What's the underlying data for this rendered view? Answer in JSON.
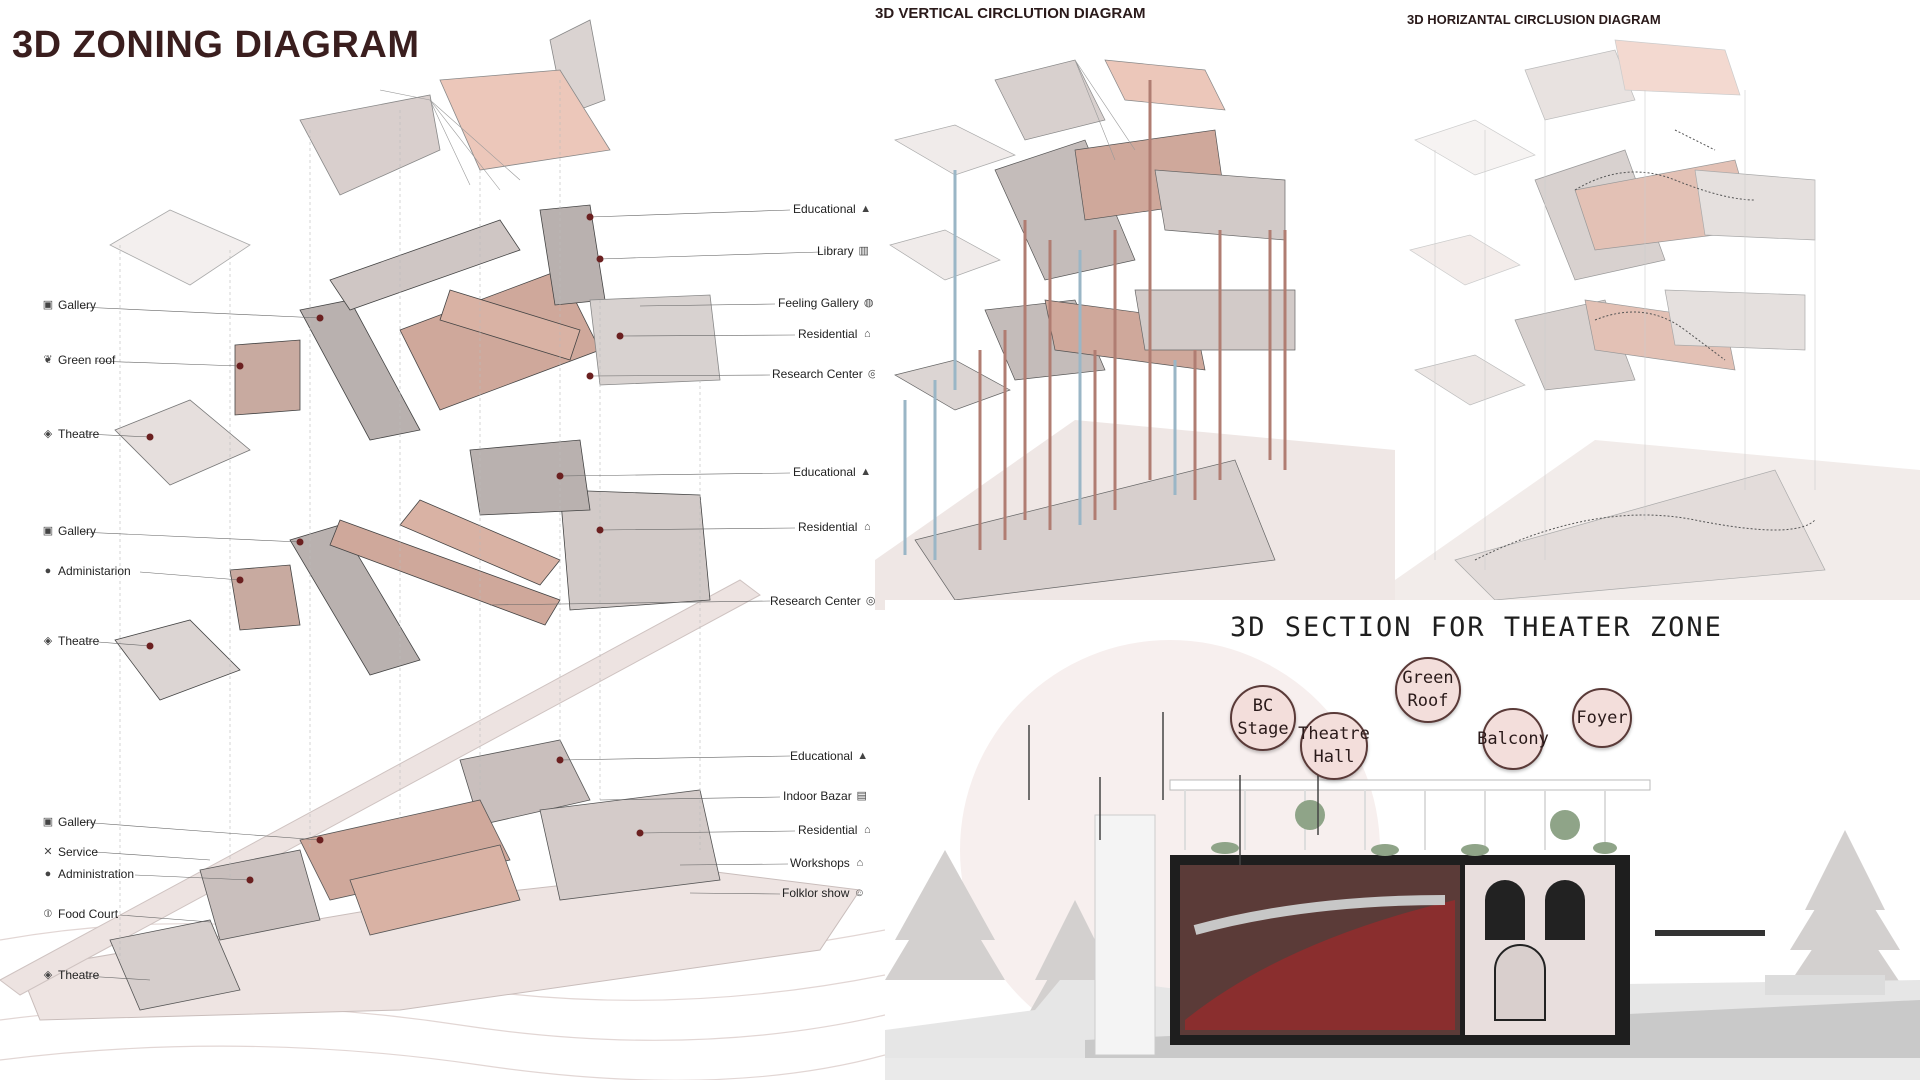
{
  "zoning": {
    "title": "3D ZONING DIAGRAM",
    "left_labels": [
      {
        "text": "Gallery",
        "icon": "gallery-icon"
      },
      {
        "text": "Green roof",
        "icon": "leaf-icon"
      },
      {
        "text": "Theatre",
        "icon": "theatre-icon"
      },
      {
        "text": "Gallery",
        "icon": "gallery-icon"
      },
      {
        "text": "Administarion",
        "icon": "person-icon"
      },
      {
        "text": "Theatre",
        "icon": "theatre-icon"
      },
      {
        "text": "Gallery",
        "icon": "gallery-icon"
      },
      {
        "text": "Service",
        "icon": "tools-icon"
      },
      {
        "text": "Administration",
        "icon": "person-icon"
      },
      {
        "text": "Food Court",
        "icon": "fork-knife-icon"
      },
      {
        "text": "Theatre",
        "icon": "theatre-icon"
      }
    ],
    "right_labels": [
      {
        "text": "Educational",
        "icon": "graduation-cap-icon"
      },
      {
        "text": "Library",
        "icon": "books-icon"
      },
      {
        "text": "Feeling Gallery",
        "icon": "palette-icon"
      },
      {
        "text": "Residential",
        "icon": "house-icon"
      },
      {
        "text": "Research Center",
        "icon": "globe-icon"
      },
      {
        "text": "Educational",
        "icon": "graduation-cap-icon"
      },
      {
        "text": "Residential",
        "icon": "house-icon"
      },
      {
        "text": "Research Center",
        "icon": "globe-icon"
      },
      {
        "text": "Educational",
        "icon": "graduation-cap-icon"
      },
      {
        "text": "Indoor Bazar",
        "icon": "shop-icon"
      },
      {
        "text": "Residential",
        "icon": "house-icon"
      },
      {
        "text": "Workshops",
        "icon": "hammer-icon"
      },
      {
        "text": "Folklor show",
        "icon": "mask-icon"
      }
    ]
  },
  "vertical": {
    "title": "3D VERTICAL CIRCLUTION DIAGRAM"
  },
  "horizontal": {
    "title": "3D HORIZANTAL CIRCLUSION DIAGRAM"
  },
  "section": {
    "title": "3D SECTION FOR THEATER ZONE",
    "bubbles": [
      {
        "text": "BC Stage"
      },
      {
        "text": "Theatre Hall"
      },
      {
        "text": "Green Roof"
      },
      {
        "text": "Balcony"
      },
      {
        "text": "Foyer"
      }
    ]
  },
  "colors": {
    "accent_pink": "#d9b2a4",
    "dark_red": "#6b2020",
    "grey_block": "#bdb5b3",
    "bubble_fill": "#f3dedb",
    "vertical_line_red": "#b07d72",
    "vertical_line_blue": "#9ab6c6"
  }
}
